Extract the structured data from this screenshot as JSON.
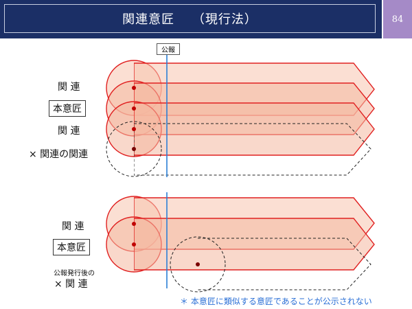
{
  "header": {
    "title": "関連意匠　 （現行法）",
    "page_number": "84"
  },
  "public_marker": "公報",
  "upper_group": {
    "labels": [
      "関 連",
      "本意匠",
      "関 連",
      "× 関連の関連"
    ]
  },
  "lower_group": {
    "labels": [
      "関 連",
      "本意匠",
      "公報発行後の",
      "× 関 連"
    ]
  },
  "footnote": "＊ 本意匠に類似する意匠であることが公示されない",
  "colors": {
    "title_bg": "#1b2f66",
    "page_bg": "#a58ac7",
    "shape_fill": "#f4b8a0",
    "shape_stroke": "#e02020",
    "dot": "#c00000",
    "public_line": "#2a7fd6",
    "note_text": "#2a6fd6"
  }
}
